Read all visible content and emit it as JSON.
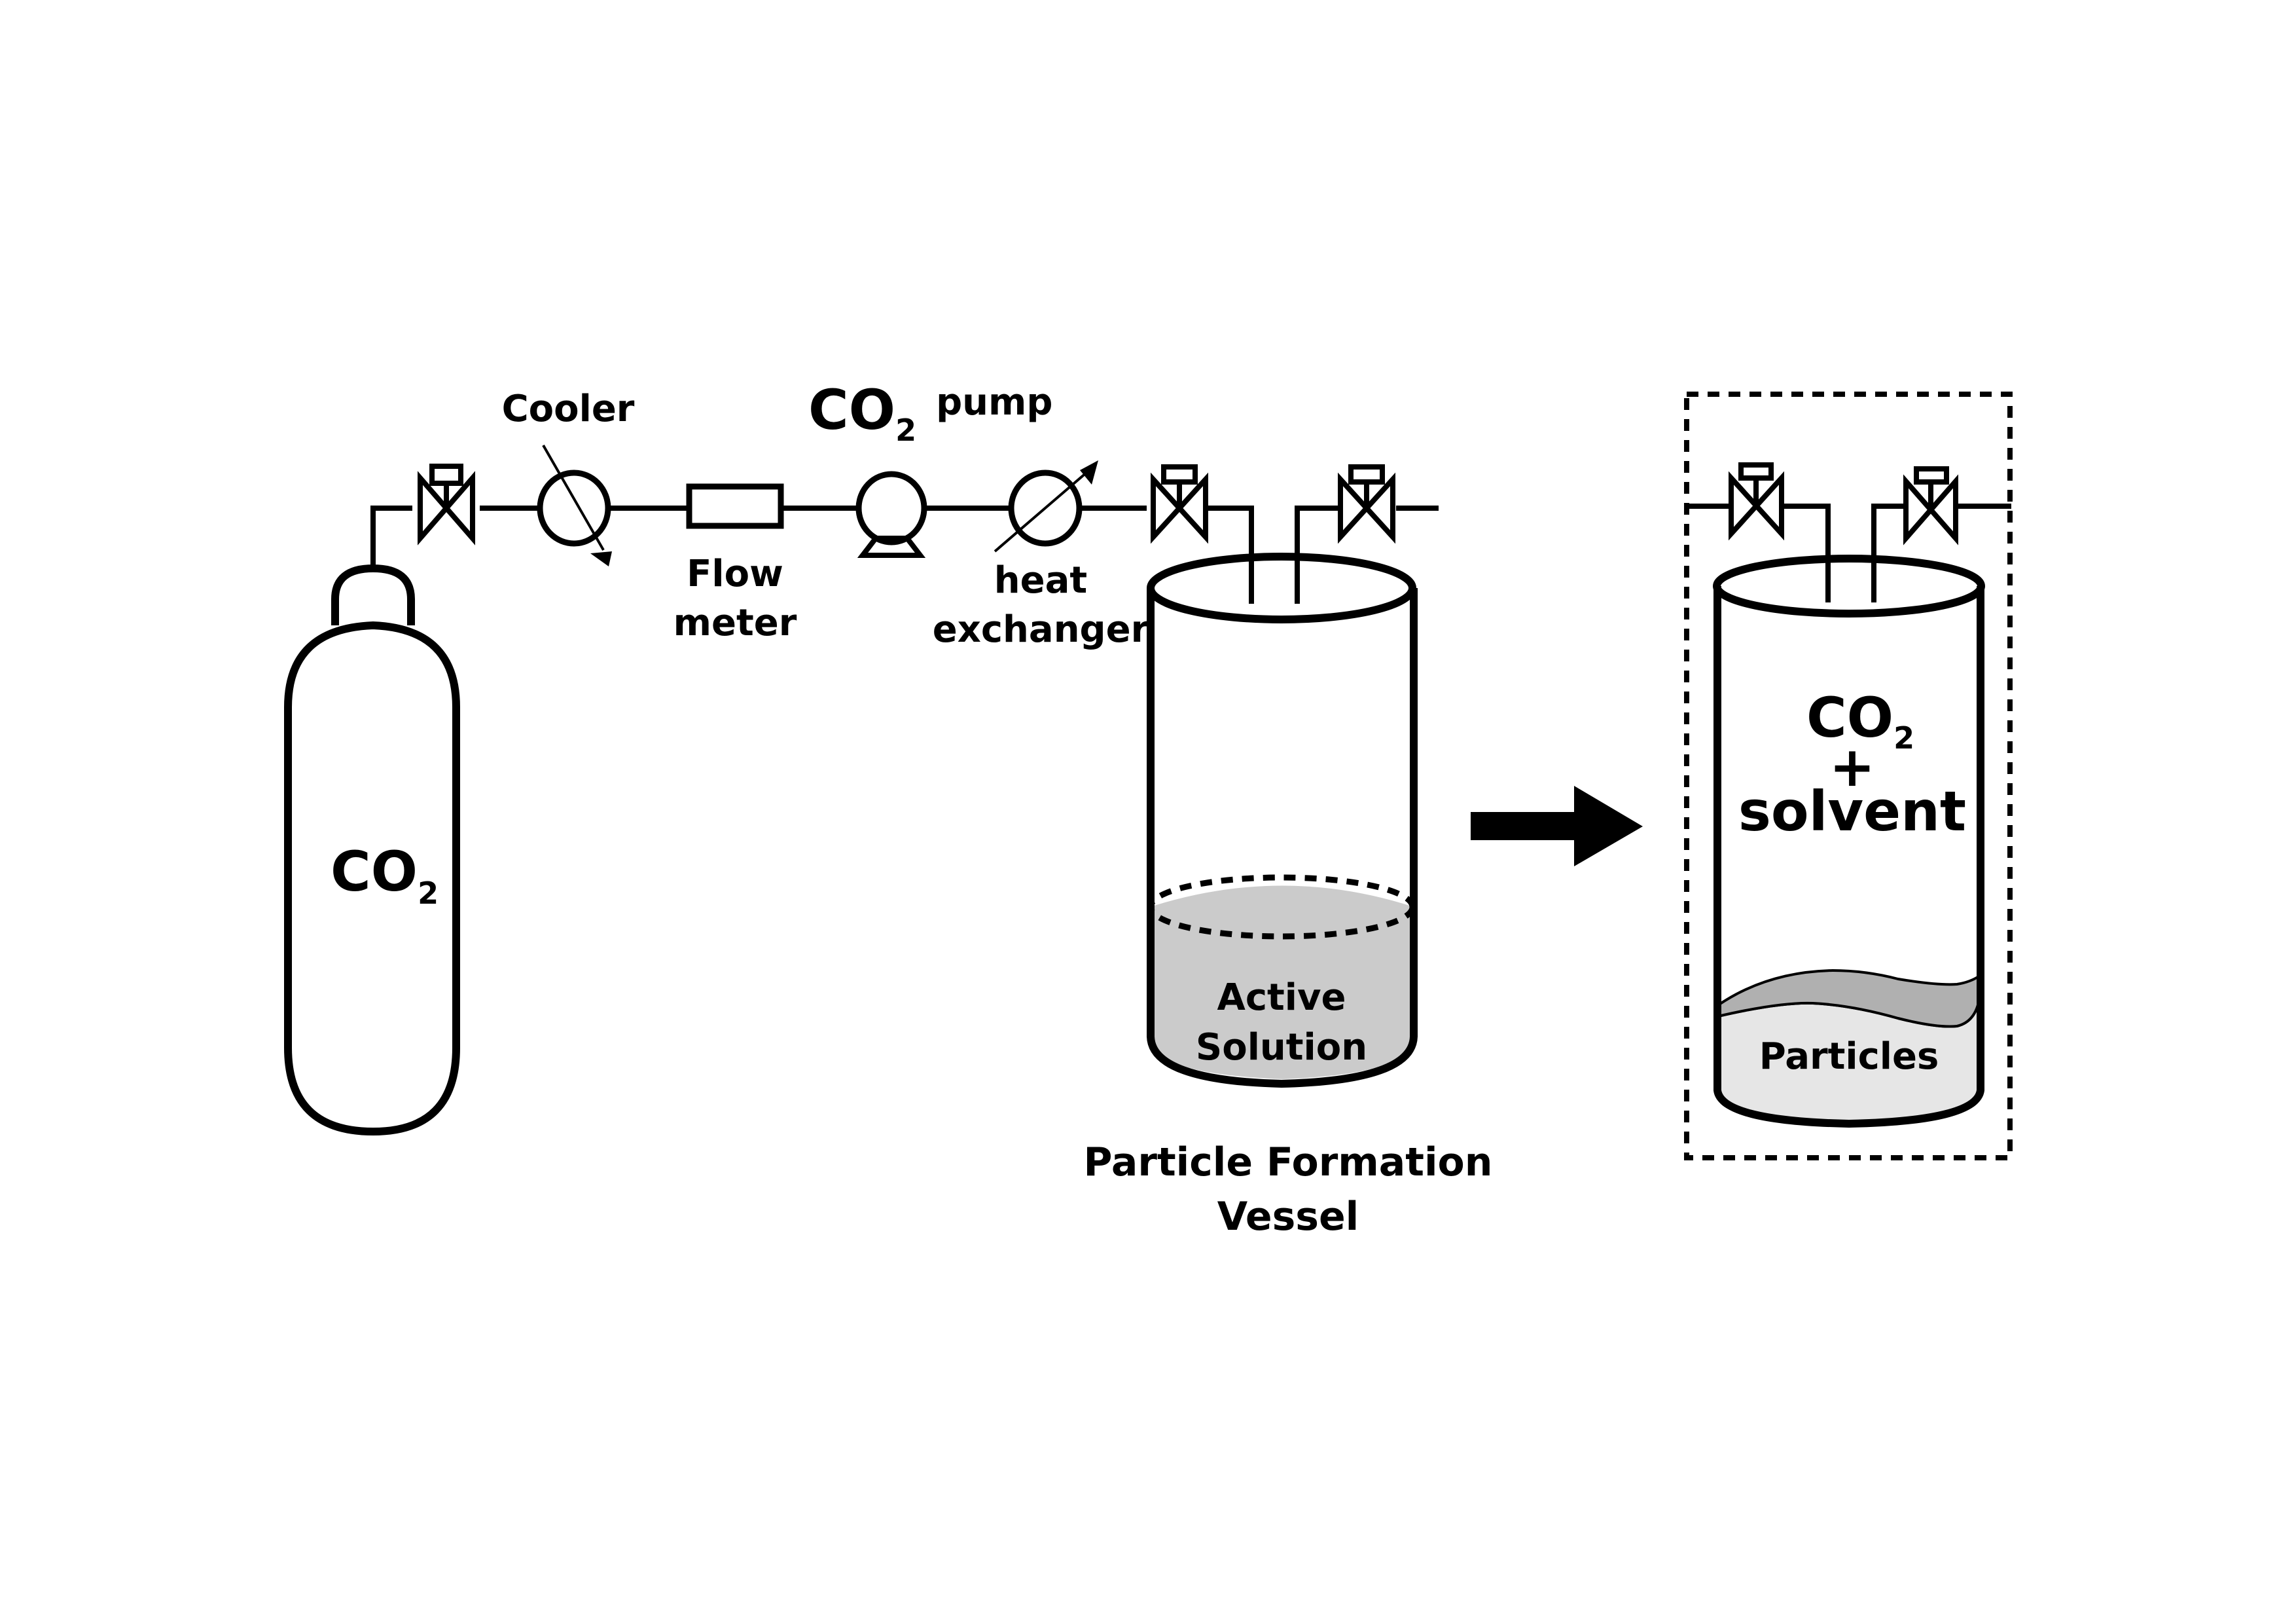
{
  "diagram": {
    "title": "CO2 antisolvent particle formation process",
    "colors": {
      "line": "#000000",
      "background": "#ffffff",
      "active_solution": "#cbcbcb",
      "particles_light": "#e6e6e6",
      "particles_dark": "#b0b0b0"
    },
    "cylinder": {
      "label_main": "CO",
      "label_sub": "2"
    },
    "components": {
      "cooler": "Cooler",
      "flow_meter_line1": "Flow",
      "flow_meter_line2": "meter",
      "pump_main": "CO",
      "pump_sub": "2",
      "pump_word": "pump",
      "heat_exchanger_line1": "heat",
      "heat_exchanger_line2": "exchanger"
    },
    "vessel_before": {
      "content_line1": "Active",
      "content_line2": "Solution",
      "caption_line1": "Particle Formation",
      "caption_line2": "Vessel"
    },
    "vessel_after": {
      "gas_main": "CO",
      "gas_sub": "2",
      "plus": "+",
      "solvent": "solvent",
      "bottom_label": "Particles"
    }
  }
}
